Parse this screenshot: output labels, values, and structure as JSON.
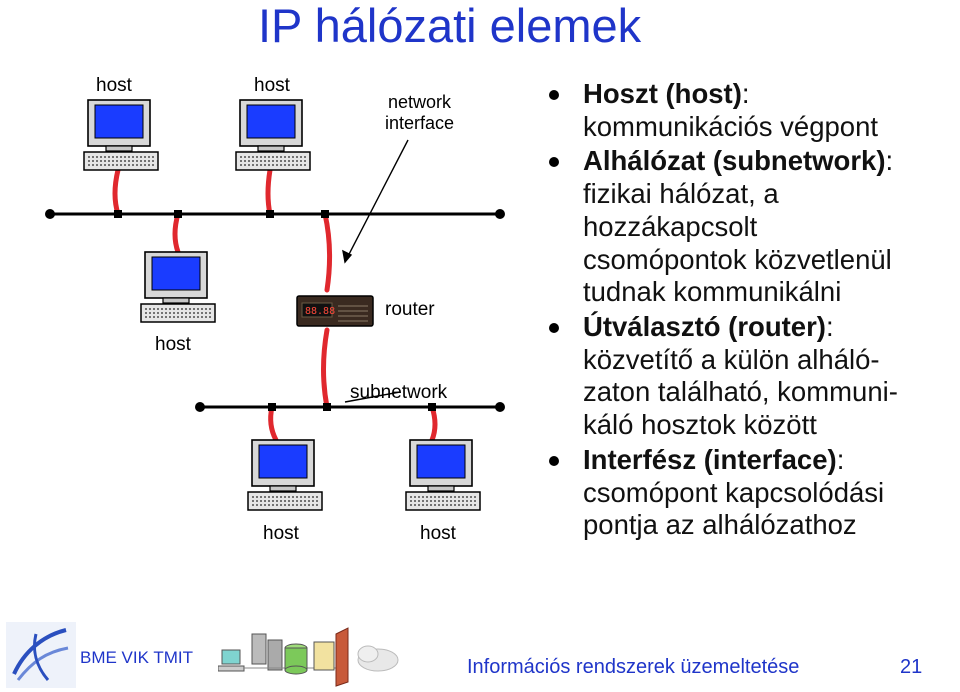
{
  "title": "IP hálózati elemek",
  "diagram": {
    "labels": {
      "host_top_left": "host",
      "host_top_mid": "host",
      "network_interface": "network\ninterface",
      "host_mid_left": "host",
      "router": "router",
      "subnetwork": "subnetwork",
      "host_bottom_mid": "host",
      "host_bottom_right": "host"
    },
    "router_display": "88.88"
  },
  "bullets": [
    {
      "term": "Hoszt (host)",
      "colon": ":",
      "lines": [
        "kommunikációs végpont"
      ]
    },
    {
      "term": "Alhálózat (subnetwork)",
      "colon": ":",
      "lines": [
        "fizikai hálózat, a",
        "hozzákapcsolt",
        "csomópontok közvetlenül",
        "tudnak kommunikálni"
      ]
    },
    {
      "term": "Útválasztó (router)",
      "colon": ":",
      "lines": [
        "közvetítő a külön alháló-",
        "zaton található, kommuni-",
        "káló hosztok között"
      ]
    },
    {
      "term": "Interfész (interface)",
      "colon": ":",
      "lines": [
        "csomópont kapcsolódási",
        "pontja az alhálózathoz"
      ]
    }
  ],
  "footer": {
    "org": "BME VIK TMIT",
    "course": "Információs rendszerek üzemeltetése",
    "page": "21"
  },
  "colors": {
    "title": "#1f35c9",
    "cable": "#e0282e",
    "screen": "#1a3cff",
    "bus": "#000000"
  }
}
